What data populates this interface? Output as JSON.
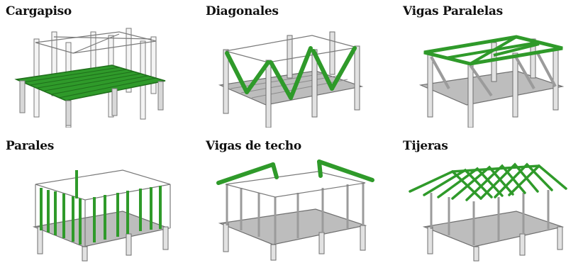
{
  "colors": {
    "highlight": "#2f9a2a",
    "highlight_dark": "#1f6e1b",
    "structure": "#9b9b9b",
    "structure_dark": "#6f6f6f",
    "outline": "#555555"
  },
  "panels": [
    {
      "title": "Cargapiso",
      "highlight": "floor-joists",
      "stage": 1
    },
    {
      "title": "Diagonales",
      "highlight": "diagonal-braces",
      "stage": 2
    },
    {
      "title": "Vigas Paralelas",
      "highlight": "parallel-beams",
      "stage": 3
    },
    {
      "title": "Parales",
      "highlight": "studs",
      "stage": 4
    },
    {
      "title": "Vigas de techo",
      "highlight": "roof-beams",
      "stage": 5
    },
    {
      "title": "Tijeras",
      "highlight": "roof-trusses",
      "stage": 6
    }
  ]
}
